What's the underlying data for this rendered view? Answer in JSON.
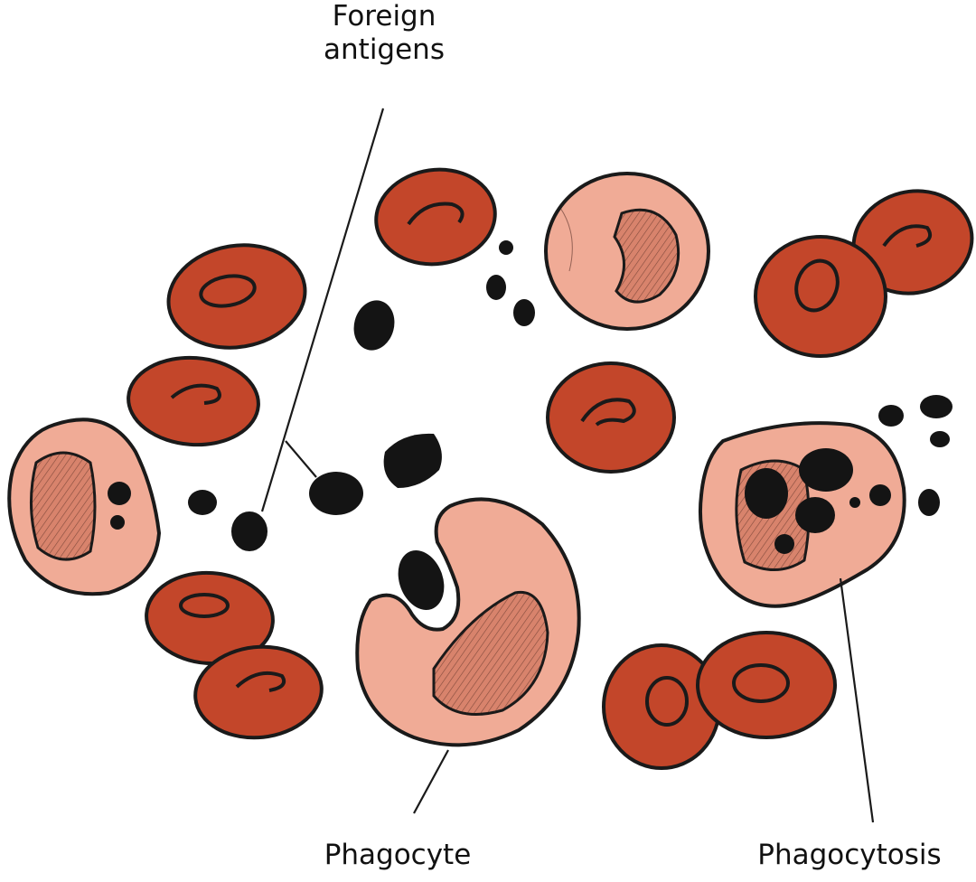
{
  "labels": {
    "foreign_antigens_line1": "Foreign",
    "foreign_antigens_line2": "antigens",
    "phagocyte": "Phagocyte",
    "phagocytosis": "Phagocytosis"
  },
  "colors": {
    "red_blood_cell": "#c3462a",
    "red_blood_cell_highlight": "#d9654a",
    "phagocyte": "#f0ab96",
    "phagocyte_nucleus": "#d8836c",
    "antigen": "#141414",
    "outline": "#1a1a1a"
  }
}
